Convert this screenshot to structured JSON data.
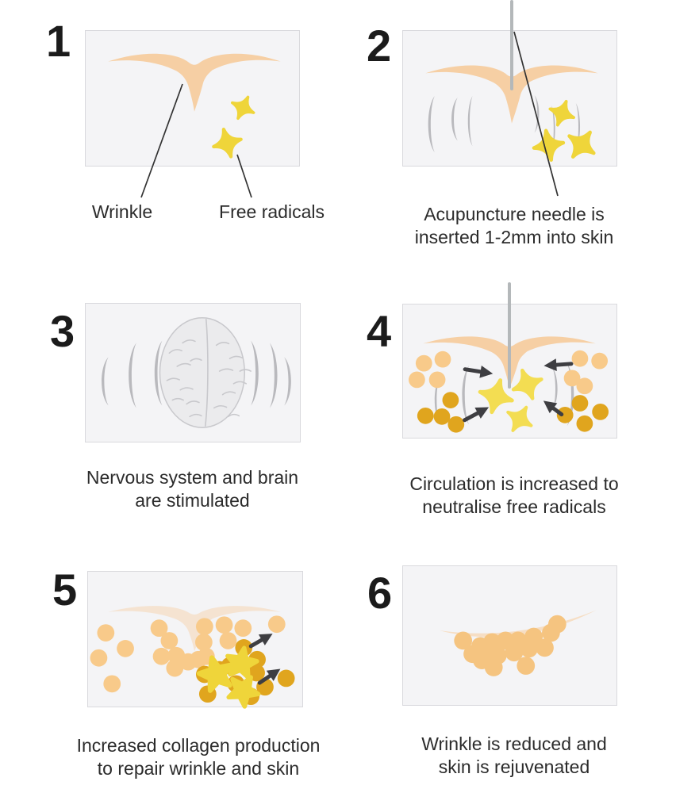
{
  "colors": {
    "box_bg": "#f4f4f6",
    "box_border": "#d9d9dd",
    "text": "#2b2b2b",
    "wrinkle": "#f6cfa4",
    "star_yellow": "#efd53a",
    "star_light": "#f3dd52",
    "dot_light": "#f8ca8a",
    "dot_gold": "#e0a51e",
    "dot_peach": "#f5c480",
    "arc_gray": "#b9b9bd",
    "needle_gray": "#b4b8ba",
    "arrow_dark": "#3e3e42",
    "pointer_line": "#333333",
    "brain_fill": "#ebebed",
    "brain_stroke": "#c8c8cc"
  },
  "panels": [
    {
      "number": "1",
      "labels": {
        "wrinkle": "Wrinkle",
        "free_radicals": "Free radicals"
      }
    },
    {
      "number": "2",
      "caption": {
        "line1": "Acupuncture needle is",
        "line2": "inserted 1-2mm into skin"
      }
    },
    {
      "number": "3",
      "caption": {
        "line1": "Nervous system and brain",
        "line2": "are stimulated"
      }
    },
    {
      "number": "4",
      "caption": {
        "line1": "Circulation is increased to",
        "line2": "neutralise free radicals"
      }
    },
    {
      "number": "5",
      "caption": {
        "line1": "Increased collagen production",
        "line2": "to repair wrinkle and skin"
      }
    },
    {
      "number": "6",
      "caption": {
        "line1": "Wrinkle is reduced and",
        "line2": "skin is rejuvenated"
      }
    }
  ]
}
